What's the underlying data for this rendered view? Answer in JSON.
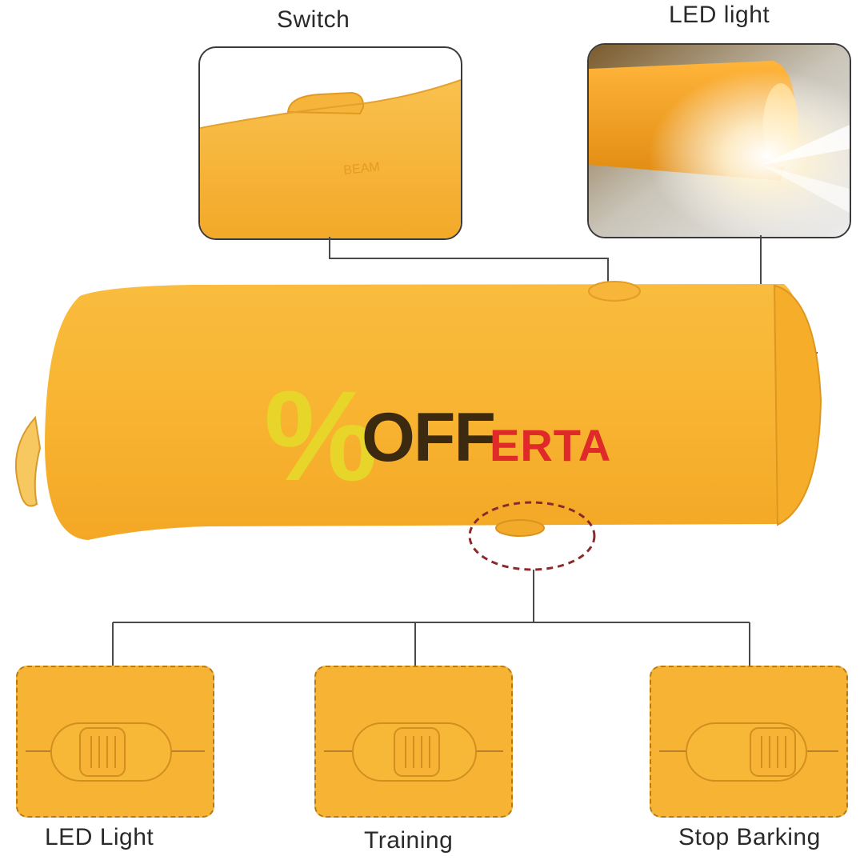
{
  "callouts": {
    "switch": "Switch",
    "led": "LED light"
  },
  "watermark": {
    "symbol": "%",
    "part1": "OFF",
    "part2": "ERTA"
  },
  "modes": [
    {
      "label": "LED Light"
    },
    {
      "label": "Training"
    },
    {
      "label": "Stop Barking"
    }
  ],
  "colors": {
    "device": "#f7b733",
    "watermark_dark": "#3b2a0f",
    "watermark_red": "#e02a2a",
    "percent": "#e7d52a"
  }
}
